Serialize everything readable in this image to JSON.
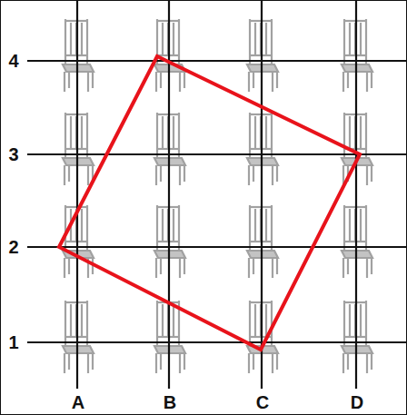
{
  "diagram": {
    "labels": [
      "4",
      "3",
      "2",
      "1",
      "A",
      "B",
      "C",
      "D"
    ]
  }
}
